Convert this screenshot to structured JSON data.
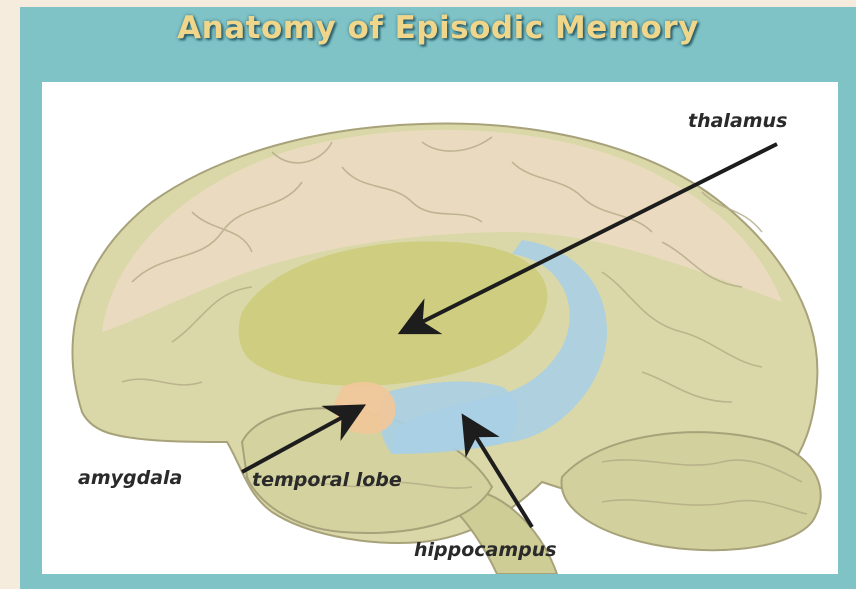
{
  "title": "Anatomy of Episodic Memory",
  "labels": {
    "thalamus": "thalamus",
    "amygdala": "amygdala",
    "temporal_lobe": "temporal lobe",
    "hippocampus": "hippocampus"
  },
  "colors": {
    "frame": "#7fc3c7",
    "title": "#f0d68b",
    "brain": "#d8d7a6",
    "hippocampus": "#a9cfe4",
    "amygdala": "#f0c79a",
    "thalamus_region": "#c9c872"
  }
}
